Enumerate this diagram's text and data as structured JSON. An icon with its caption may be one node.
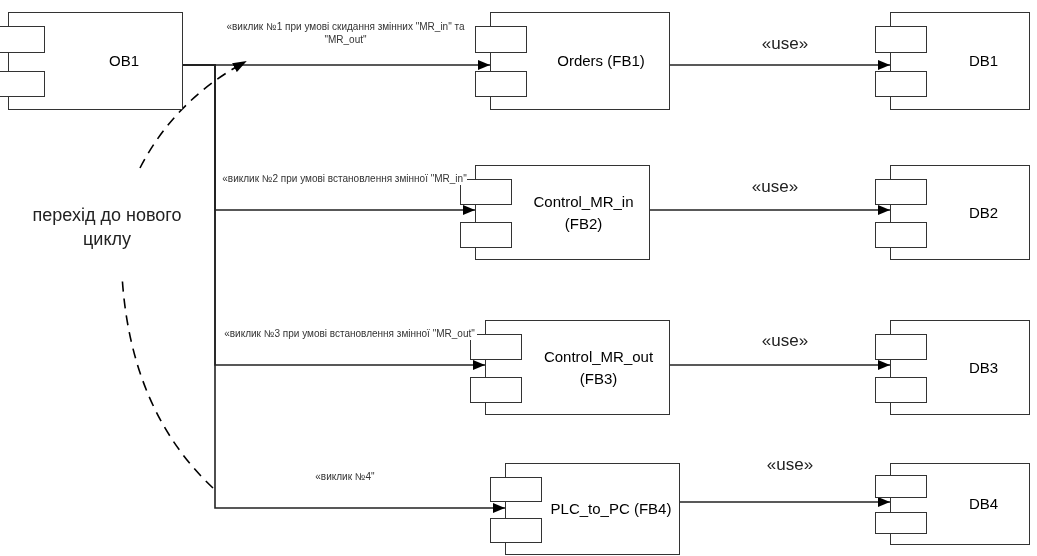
{
  "diagram": {
    "nodes": [
      {
        "text": [
          "OB1"
        ]
      },
      {
        "text": [
          "Orders (FB1)"
        ]
      },
      {
        "text": [
          "DB1"
        ]
      },
      {
        "text": [
          "Control_MR_in (FB2)"
        ]
      },
      {
        "text": [
          "DB2"
        ]
      },
      {
        "text": [
          "Control_MR_out (FB3)"
        ]
      },
      {
        "text": [
          "DB3"
        ]
      },
      {
        "text": [
          "PLC_to_PC (FB4)"
        ]
      },
      {
        "text": [
          "DB4"
        ]
      }
    ],
    "edges": [
      {
        "from": 0,
        "to": 1,
        "arrow": "to",
        "label": "«виклик №1 при умові скидання змінних \"MR_in\" та  \"MR_out\""
      },
      {
        "from": 1,
        "to": 2,
        "arrow": "to",
        "label": "«use»"
      },
      {
        "from": 0,
        "to": 3,
        "arrow": "to",
        "label": "«виклик №2 при умові встановлення змінної \"MR_in\""
      },
      {
        "from": 3,
        "to": 4,
        "arrow": "to",
        "label": "«use»"
      },
      {
        "from": 0,
        "to": 5,
        "arrow": "to",
        "label": "«виклик №3 при умові встановлення змінної \"MR_out\""
      },
      {
        "from": 5,
        "to": 6,
        "arrow": "to",
        "label": "«use»"
      },
      {
        "from": 0,
        "to": 7,
        "arrow": "to",
        "label": "«виклик №4\""
      },
      {
        "from": 7,
        "to": 8,
        "arrow": "to",
        "label": "«use»"
      }
    ],
    "labels": [
      "перехід до нового циклу"
    ]
  }
}
